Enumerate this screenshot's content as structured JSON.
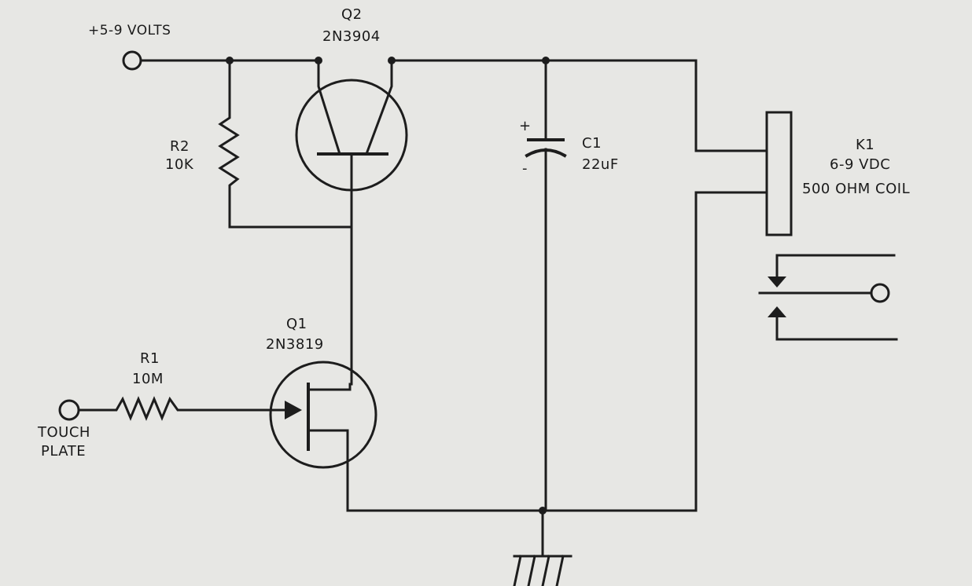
{
  "supply": {
    "label": "+5-9 VOLTS"
  },
  "touch_plate": {
    "line1": "TOUCH",
    "line2": "PLATE"
  },
  "r1": {
    "ref": "R1",
    "value": "10M"
  },
  "r2": {
    "ref": "R2",
    "value": "10K"
  },
  "q1": {
    "ref": "Q1",
    "part": "2N3819"
  },
  "q2": {
    "ref": "Q2",
    "part": "2N3904"
  },
  "c1": {
    "ref": "C1",
    "value": "22uF",
    "plus": "+",
    "minus": "-"
  },
  "k1": {
    "ref": "K1",
    "rating": "6-9 VDC",
    "coil": "500 OHM COIL"
  },
  "colors": {
    "ink": "#1d1d1d",
    "paper": "#e7e7e4"
  }
}
